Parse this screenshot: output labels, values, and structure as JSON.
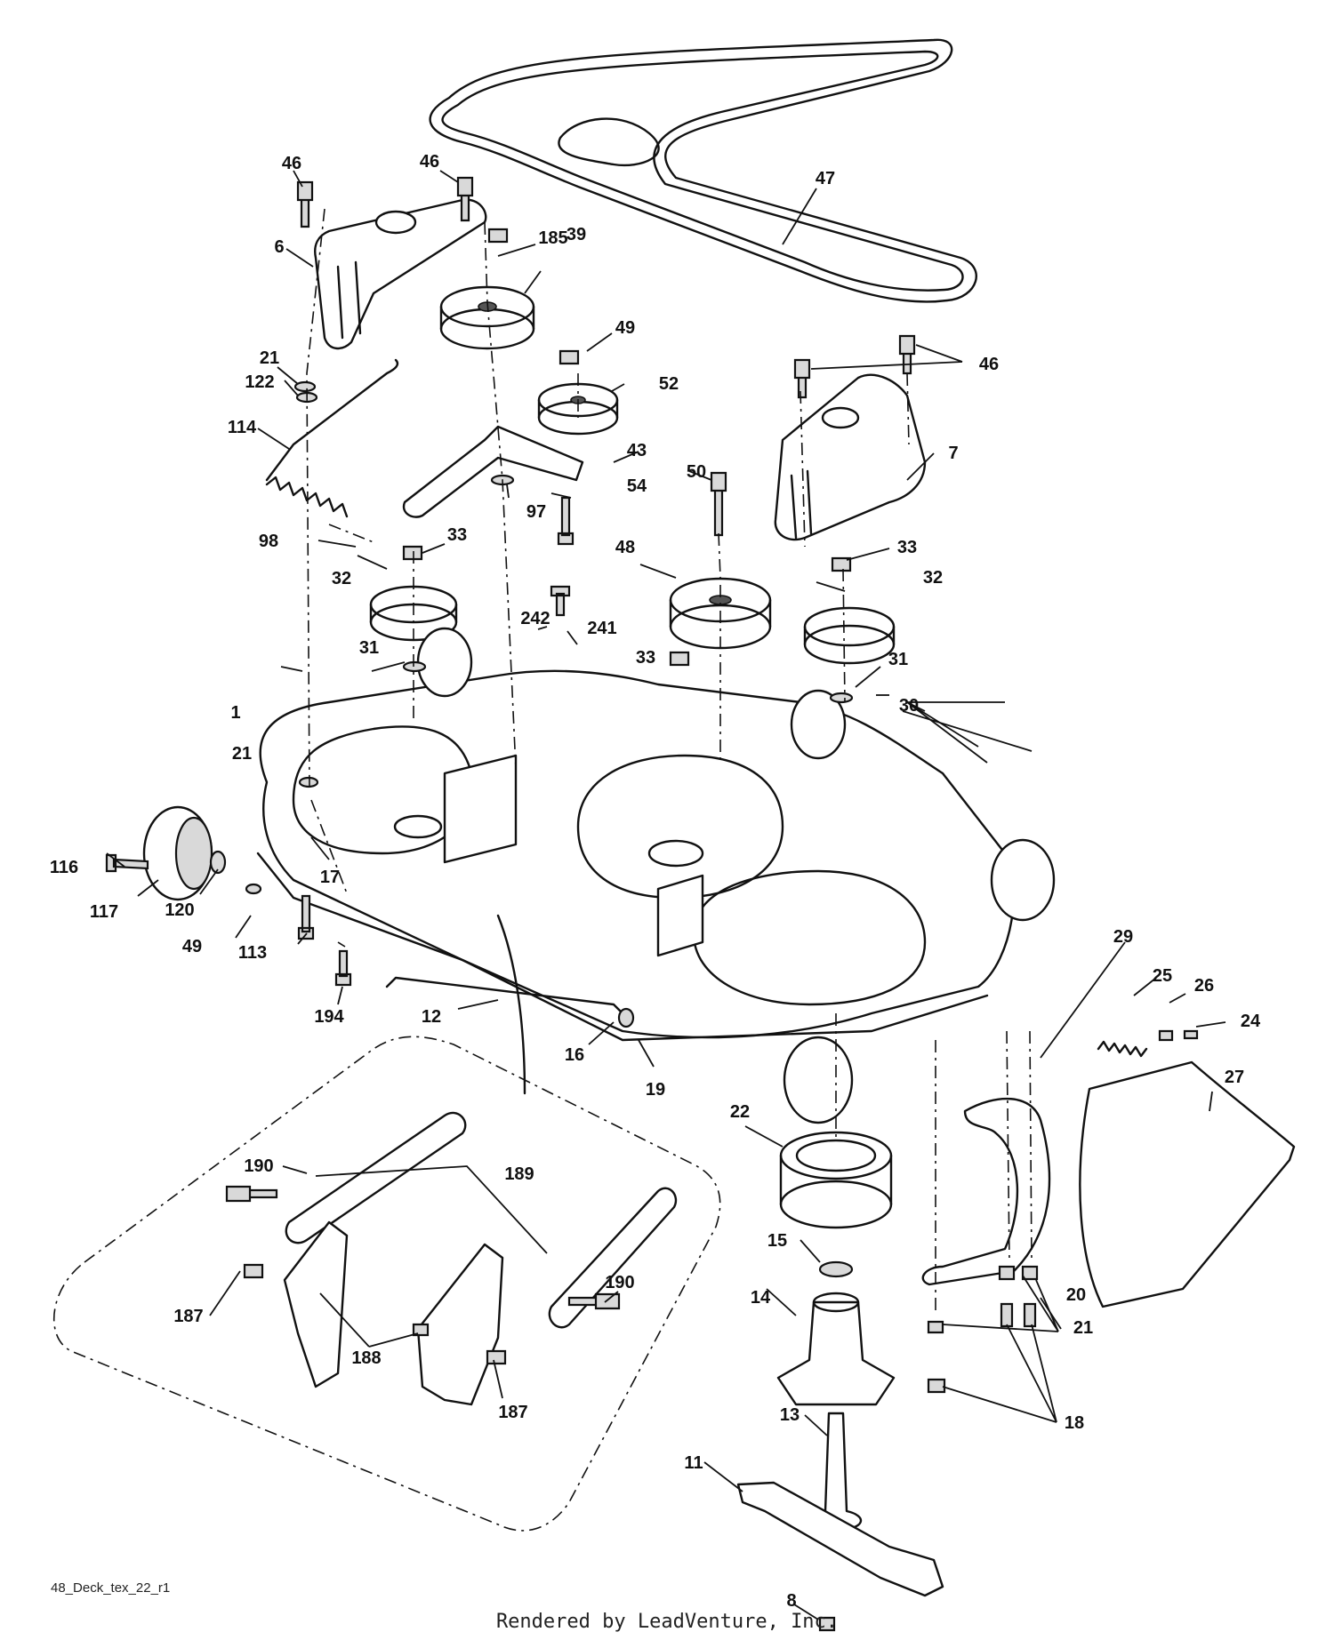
{
  "diagram": {
    "code": "48_Deck_tex_22_r1",
    "credit": "Rendered by LeadVenture, Inc.",
    "labels": [
      "46",
      "46",
      "47",
      "6",
      "185",
      "39",
      "49",
      "21",
      "122",
      "52",
      "46",
      "114",
      "43",
      "7",
      "50",
      "97",
      "54",
      "98",
      "33",
      "48",
      "33",
      "32",
      "32",
      "242",
      "241",
      "33",
      "31",
      "31",
      "1",
      "30",
      "21",
      "116",
      "17",
      "117",
      "120",
      "49",
      "113",
      "194",
      "12",
      "29",
      "25",
      "26",
      "24",
      "16",
      "19",
      "27",
      "22",
      "15",
      "190",
      "189",
      "190",
      "14",
      "20",
      "21",
      "187",
      "188",
      "187",
      "18",
      "13",
      "11",
      "8"
    ]
  }
}
